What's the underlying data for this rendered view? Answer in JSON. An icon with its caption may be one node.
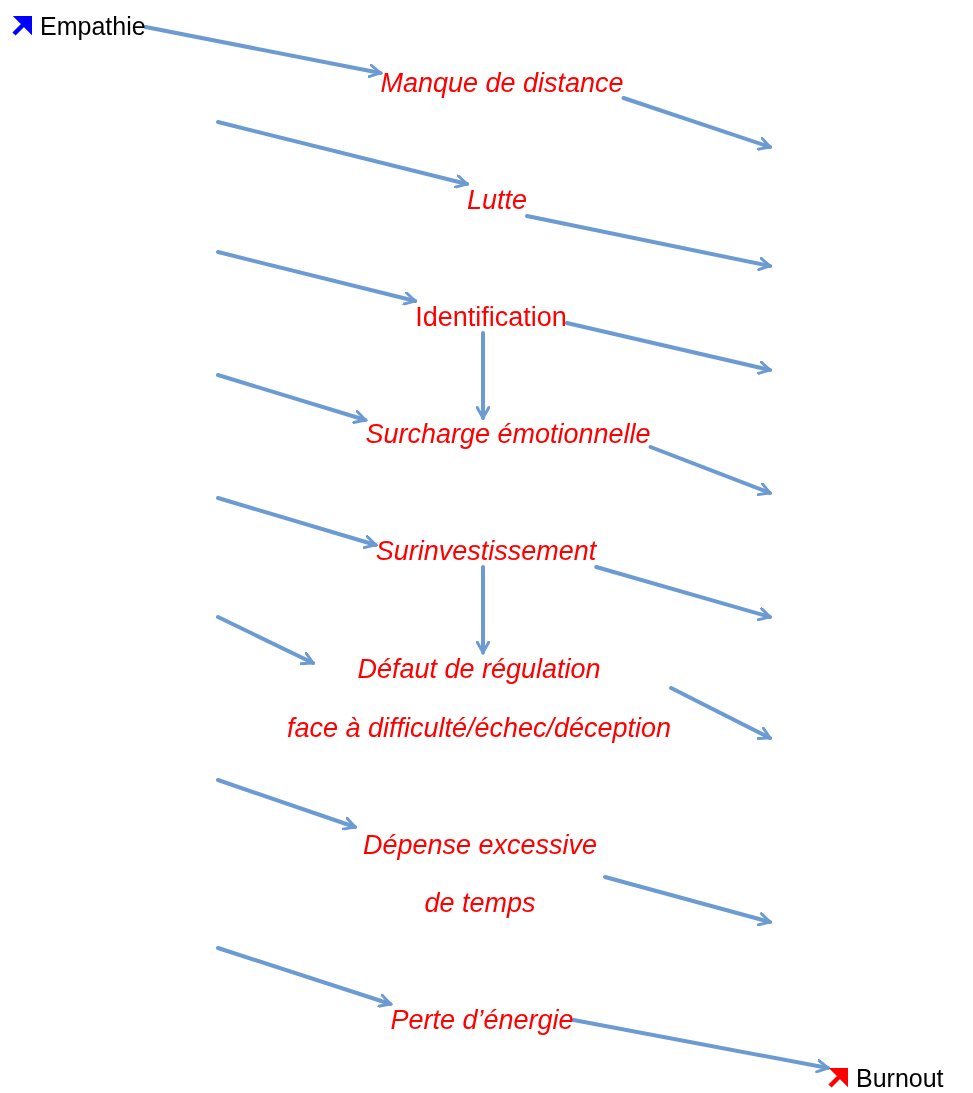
{
  "diagram": {
    "nodes": [
      {
        "text": [
          "Empathie"
        ]
      },
      {
        "text": [
          "Manque de distance"
        ]
      },
      {
        "text": [
          "Lutte"
        ]
      },
      {
        "text": [
          "Identification"
        ]
      },
      {
        "text": [
          "Surcharge émotionnelle"
        ]
      },
      {
        "text": [
          "Surinvestissement"
        ]
      },
      {
        "text": [
          "Défaut de régulation",
          "face à difficulté/échec/déception"
        ]
      },
      {
        "text": [
          "Dépense excessive de temps"
        ]
      },
      {
        "text": [
          "Perte d’énergie"
        ]
      },
      {
        "text": [
          "Burnout"
        ]
      }
    ],
    "edges": [
      {
        "from": 0,
        "to": 1,
        "arrow": "to"
      },
      {
        "from": null,
        "to": 2,
        "arrow": "to"
      },
      {
        "from": null,
        "to": 3,
        "arrow": "to"
      },
      {
        "from": null,
        "to": 4,
        "arrow": "to"
      },
      {
        "from": null,
        "to": 5,
        "arrow": "to"
      },
      {
        "from": null,
        "to": 6,
        "arrow": "to"
      },
      {
        "from": null,
        "to": 7,
        "arrow": "to"
      },
      {
        "from": null,
        "to": 8,
        "arrow": "to"
      },
      {
        "from": 1,
        "to": null,
        "arrow": "to"
      },
      {
        "from": 2,
        "to": null,
        "arrow": "to"
      },
      {
        "from": 3,
        "to": null,
        "arrow": "to"
      },
      {
        "from": 4,
        "to": null,
        "arrow": "to"
      },
      {
        "from": 5,
        "to": null,
        "arrow": "to"
      },
      {
        "from": 6,
        "to": null,
        "arrow": "to"
      },
      {
        "from": 7,
        "to": null,
        "arrow": "to"
      },
      {
        "from": 8,
        "to": 9,
        "arrow": "to"
      },
      {
        "from": 3,
        "to": 4,
        "arrow": "to"
      },
      {
        "from": 5,
        "to": 6,
        "arrow": "to"
      }
    ]
  }
}
